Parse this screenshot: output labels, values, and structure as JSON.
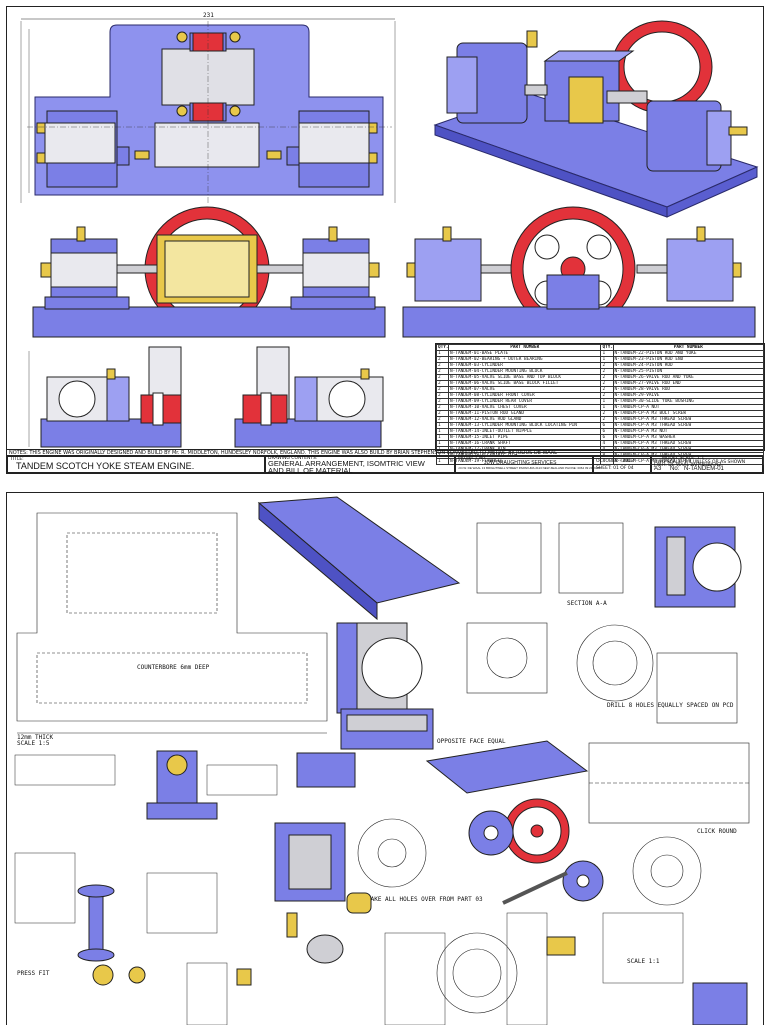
{
  "sheet1": {
    "overall_width_dim": "231",
    "bom": {
      "headers": [
        "QTY.",
        "PART NUMBER",
        "QTY.",
        "PART NUMBER"
      ],
      "rows": [
        [
          "1",
          "N-TANDEM-01-BASE PLATE",
          "1",
          "N-TANDEM-22-PISTON ROD AND YOKE"
        ],
        [
          "2",
          "N-TANDEM-02-BEARING + OUTER BEARING",
          "1",
          "N-TANDEM-23-PISTON ROD END"
        ],
        [
          "2",
          "N-TANDEM-03-CYLINDER",
          "2",
          "N-TANDEM-24-PISTON ROD"
        ],
        [
          "2",
          "N-TANDEM-04-CYLINDER MOUNTING BLOCK",
          "2",
          "N-TANDEM-25-PISTON"
        ],
        [
          "2",
          "N-TANDEM-05-VALVE SLIDE BASE AND TOP BLOCK",
          "2",
          "N-TANDEM-26-VALVE ROD AND YOKE"
        ],
        [
          "2",
          "N-TANDEM-06-VALVE SLIDE BASE BLOCK FILLET",
          "2",
          "N-TANDEM-27-VALVE ROD END"
        ],
        [
          "2",
          "N-TANDEM-07-VALVE",
          "2",
          "N-TANDEM-28-VALVE ROD"
        ],
        [
          "2",
          "N-TANDEM-08-CYLINDER FRONT COVER",
          "2",
          "N-TANDEM-29-VALVE"
        ],
        [
          "2",
          "N-TANDEM-09-CYLINDER REAR COVER",
          "1",
          "N-TANDEM-30-SLIDE YOKE BUSHING"
        ],
        [
          "2",
          "N-TANDEM-10-VALVE CHEST COVER",
          "1",
          "N-TANDEM-CP-A NUT"
        ],
        [
          "2",
          "N-TANDEM-11-PISTON ROD GLAND",
          "2",
          "N-TANDEM-CP-A M3 BOLT SCREW"
        ],
        [
          "2",
          "N-TANDEM-12-VALVE ROD GLAND",
          "2",
          "N-TANDEM-CP-A M3 THREAD SCREW"
        ],
        [
          "1",
          "N-TANDEM-13-CYLINDER MOUNTING BLOCK LOCATING PIN",
          "6",
          "N-TANDEM-CP-A M3 THREAD SCREW"
        ],
        [
          "1",
          "N-TANDEM-14-INLET-OUTLET NIPPLE",
          "6",
          "N-TANDEM-CP-A M3 NUT"
        ],
        [
          "1",
          "N-TANDEM-15-INLET PIPE",
          "6",
          "N-TANDEM-CP-A M3 WASHER"
        ],
        [
          "1",
          "N-TANDEM-16-CRANK SHAFT",
          "4",
          "N-TANDEM-CP-A M3 THREAD SCREW"
        ],
        [
          "1",
          "N-TANDEM-17-CRANK PIN",
          "4",
          "N-TANDEM-CP-A M3 THREAD SCREW"
        ],
        [
          "1",
          "N-TANDEM-18-ECCENTRIC DISC",
          "8",
          "N-TANDEM-CP-A M3 THREAD SCREW"
        ],
        [
          "1",
          "N-TANDEM-19-FLYWHEEL",
          "4",
          "N-TANDEM-CP-A M3 THREAD SCREW"
        ]
      ]
    },
    "notes": "NOTES: THIS ENGINE WAS ORIGINALLY DESIGNED AND BUILD BY Mr. R. MIDDLETON, HUNDESLEY NORFOLK, ENGLAND. THIS ENGINE WAS ALSO BUILD BY BRIAN STEPHENSON CONVERTED TO METRIC BY JULIUS DE WAAL",
    "title_label": "TITLE:",
    "title": "TANDEM SCOTCH YOKE STEAM ENGINE.",
    "drawing_contents_label": "DRAWING CONTENTS:",
    "drawing_contents_line1": "GENERAL ARRANGEMENT, ISOMTRIC VIEW",
    "drawing_contents_line2": "AND BILL OF MATERIAL",
    "project_label": "PROJECT No:",
    "company": "JDW DRAUGHTING SERVICES",
    "company_address": "J.D.W. DE WAAL  13 BRIGHTWELL STREET PAPAKURA 2113 NEW ZEALAND  PHONE: 0064 09 2989075",
    "date": "OCTOBER - 2013",
    "sheet": "SHEET: 01 OF 04",
    "model_scale": "MODEL SCALE: 1:1",
    "dwg_scale": "DWG SCALE: 1:1 UNLESS OR AS SHOWN",
    "drawn_by": "J.W.H. DE WAAL PAPAKURA NZ",
    "paper": "A3",
    "drawing_no_label": "No:",
    "drawing_no": "N-TANDEM-01"
  },
  "sheet2": {
    "labels": {
      "thick": "12mm THICK",
      "scale": "SCALE 1:5",
      "counterbore": "COUNTERBORE 6mm DEEP",
      "opposite_face": "OPPOSITE FACE EQUAL",
      "drill_holes": "DRILL 8 HOLES EQUALLY SPACED ON PCD",
      "take_all_holes": "TAKE ALL HOLES OVER FROM PART 03",
      "press_fit": "PRESS FIT",
      "scale_11": "SCALE 1:1",
      "section": "SECTION A-A",
      "click_round": "CLICK ROUND"
    }
  },
  "colors": {
    "part_blue": "#7b7fe6",
    "part_blue_dark": "#4e52c4",
    "brass": "#e8c84a",
    "brass_dark": "#b49418",
    "flywheel_red": "#e2323a",
    "steel_grey": "#cfcfd4",
    "line": "#222222"
  }
}
